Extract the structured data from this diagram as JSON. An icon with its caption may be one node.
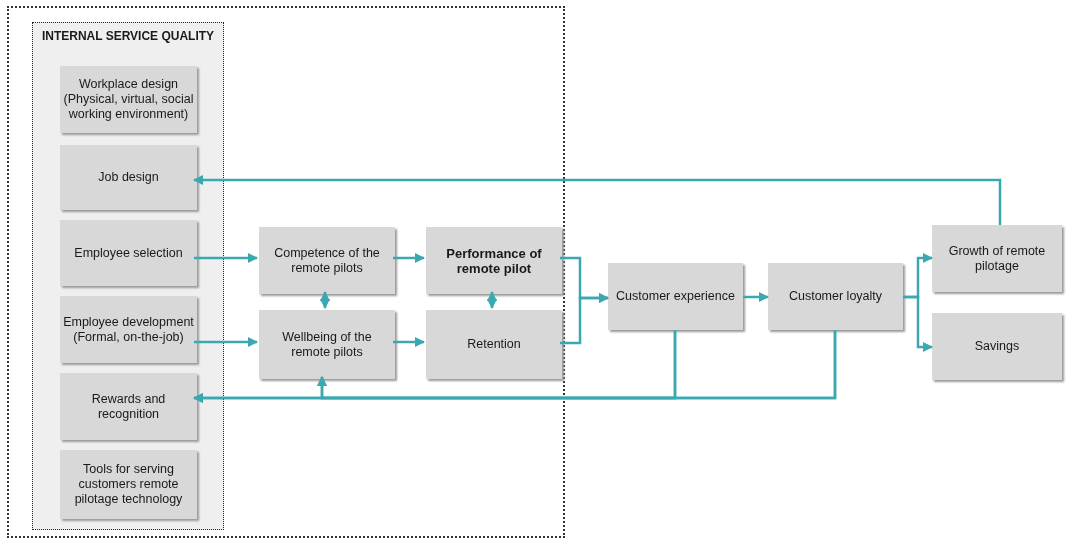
{
  "diagram": {
    "nodes": [
      {
        "text": [],
        "shape": "box"
      },
      {
        "text": [
          "INTERNAL SERVICE QUALITY"
        ],
        "in": 0
      },
      {
        "text": [
          "Workplace design (Physical, virtual, social working environment)"
        ],
        "in": 1
      },
      {
        "text": [
          "Job design"
        ],
        "in": 1
      },
      {
        "text": [
          "Employee selection"
        ],
        "in": 1
      },
      {
        "text": [
          "Employee development (Formal, on-the-job)"
        ],
        "in": 1
      },
      {
        "text": [
          "Rewards and recognition"
        ],
        "in": 1
      },
      {
        "text": [
          "Tools for serving customers remote pilotage technology"
        ],
        "in": 1
      },
      {
        "text": [
          "Competence of the remote pilots"
        ],
        "in": 0
      },
      {
        "text": [
          "Performance of remote pilot"
        ],
        "in": 0
      },
      {
        "text": [
          "Wellbeing of the remote pilots"
        ],
        "in": 0
      },
      {
        "text": [
          "Retention"
        ],
        "in": 0
      },
      {
        "text": [
          "Customer experience"
        ]
      },
      {
        "text": [
          "Customer loyalty"
        ]
      },
      {
        "text": [
          "Growth of remote pilotage"
        ]
      },
      {
        "text": [
          "Savings"
        ]
      }
    ],
    "edges": [
      {
        "from": 14,
        "to": 3,
        "arrow": "to"
      },
      {
        "from": 4,
        "to": 8,
        "arrow": "to"
      },
      {
        "from": 5,
        "to": 10,
        "arrow": "to"
      },
      {
        "from": 8,
        "to": 10,
        "arrow": "both"
      },
      {
        "from": 9,
        "to": 11,
        "arrow": "both"
      },
      {
        "from": 8,
        "to": 9,
        "arrow": "to"
      },
      {
        "from": 10,
        "to": 11,
        "arrow": "to"
      },
      {
        "from": 9,
        "to": 12,
        "arrow": "to"
      },
      {
        "from": 11,
        "to": 12,
        "arrow": "to"
      },
      {
        "from": 12,
        "to": 13,
        "arrow": "to"
      },
      {
        "from": 13,
        "to": 14,
        "arrow": "to"
      },
      {
        "from": 13,
        "to": 15,
        "arrow": "to"
      },
      {
        "from": 12,
        "to": 6,
        "arrow": "to"
      },
      {
        "from": 12,
        "to": 10,
        "arrow": "to"
      },
      {
        "from": 13,
        "to": 6,
        "arrow": "to"
      },
      {
        "from": 13,
        "to": 10,
        "arrow": "to"
      }
    ]
  }
}
